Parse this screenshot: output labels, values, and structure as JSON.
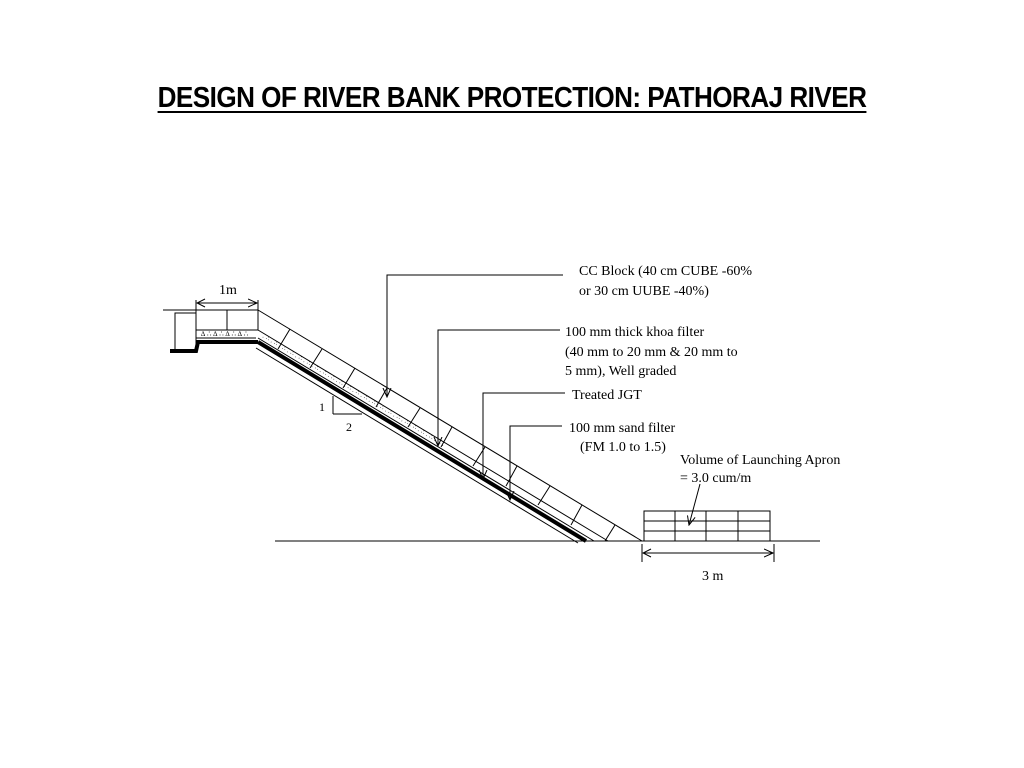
{
  "title": "DESIGN OF RIVER BANK PROTECTION: PATHORAJ RIVER",
  "dimensions": {
    "crest_width": "1m",
    "apron_width": "3 m"
  },
  "slope": {
    "rise": "1",
    "run": "2"
  },
  "labels": {
    "cc_block": [
      "CC Block (40 cm CUBE -60%",
      "or 30 cm UUBE -40%)"
    ],
    "khoa_filter": [
      "100 mm thick khoa filter",
      "(40 mm to 20 mm & 20 mm to",
      "5 mm), Well graded"
    ],
    "jgt": "Treated JGT",
    "sand_filter": [
      "100 mm sand filter",
      "(FM 1.0 to 1.5)"
    ],
    "apron": [
      "Volume of Launching Apron",
      "= 3.0 cum/m"
    ]
  },
  "colors": {
    "ink": "#000000",
    "background": "#ffffff"
  }
}
